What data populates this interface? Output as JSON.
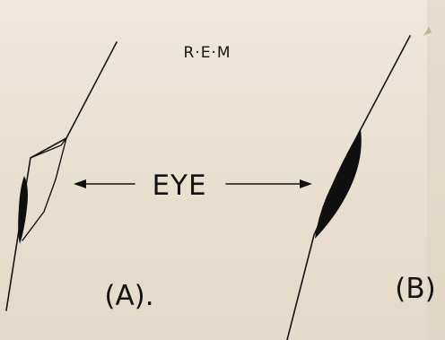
{
  "title": "R·E·M",
  "center_label": "EYE",
  "panel_a_label": "(A).",
  "panel_b_label": "(B)"
}
